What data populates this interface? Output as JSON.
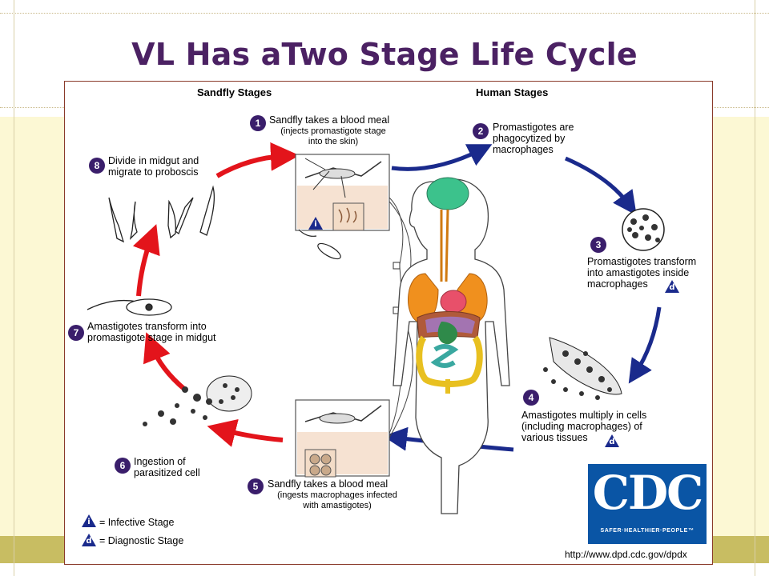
{
  "slide": {
    "title": "VL Has aTwo Stage Life Cycle"
  },
  "diagram": {
    "headings": {
      "sandfly": "Sandfly Stages",
      "human": "Human Stages"
    },
    "steps": [
      {
        "num": "1",
        "line1": "Sandfly takes a blood meal",
        "line2": "(injects promastigote stage",
        "line3": "into the skin)"
      },
      {
        "num": "2",
        "line1": "Promastigotes are",
        "line2": "phagocytized by",
        "line3": "macrophages"
      },
      {
        "num": "3",
        "line1": "Promastigotes transform",
        "line2": "into amastigotes inside",
        "line3": "macrophages"
      },
      {
        "num": "4",
        "line1": "Amastigotes multiply in cells",
        "line2": "(including macrophages) of",
        "line3": "various tissues"
      },
      {
        "num": "5",
        "line1": "Sandfly takes a blood meal",
        "line2": "(ingests macrophages infected",
        "line3": "with amastigotes)"
      },
      {
        "num": "6",
        "line1": "Ingestion of",
        "line2": "parasitized cell",
        "line3": ""
      },
      {
        "num": "7",
        "line1": "Amastigotes transform into",
        "line2": "promastigote stage in midgut",
        "line3": ""
      },
      {
        "num": "8",
        "line1": "Divide in midgut and",
        "line2": "migrate to proboscis",
        "line3": ""
      }
    ],
    "legend": {
      "infective_symbol": "i",
      "infective_label": "= Infective Stage",
      "diagnostic_symbol": "d",
      "diagnostic_label": "= Diagnostic Stage"
    },
    "logo": {
      "text": "CDC",
      "tagline": "SAFER·HEALTHIER·PEOPLE™"
    },
    "url": "http://www.dpd.cdc.gov/dpdx",
    "colors": {
      "title": "#4b2163",
      "sandfly_arrows": "#e3141b",
      "human_arrows": "#1a2a8c",
      "badge": "#3a1e6b",
      "cdc_blue": "#0a55a5"
    }
  }
}
